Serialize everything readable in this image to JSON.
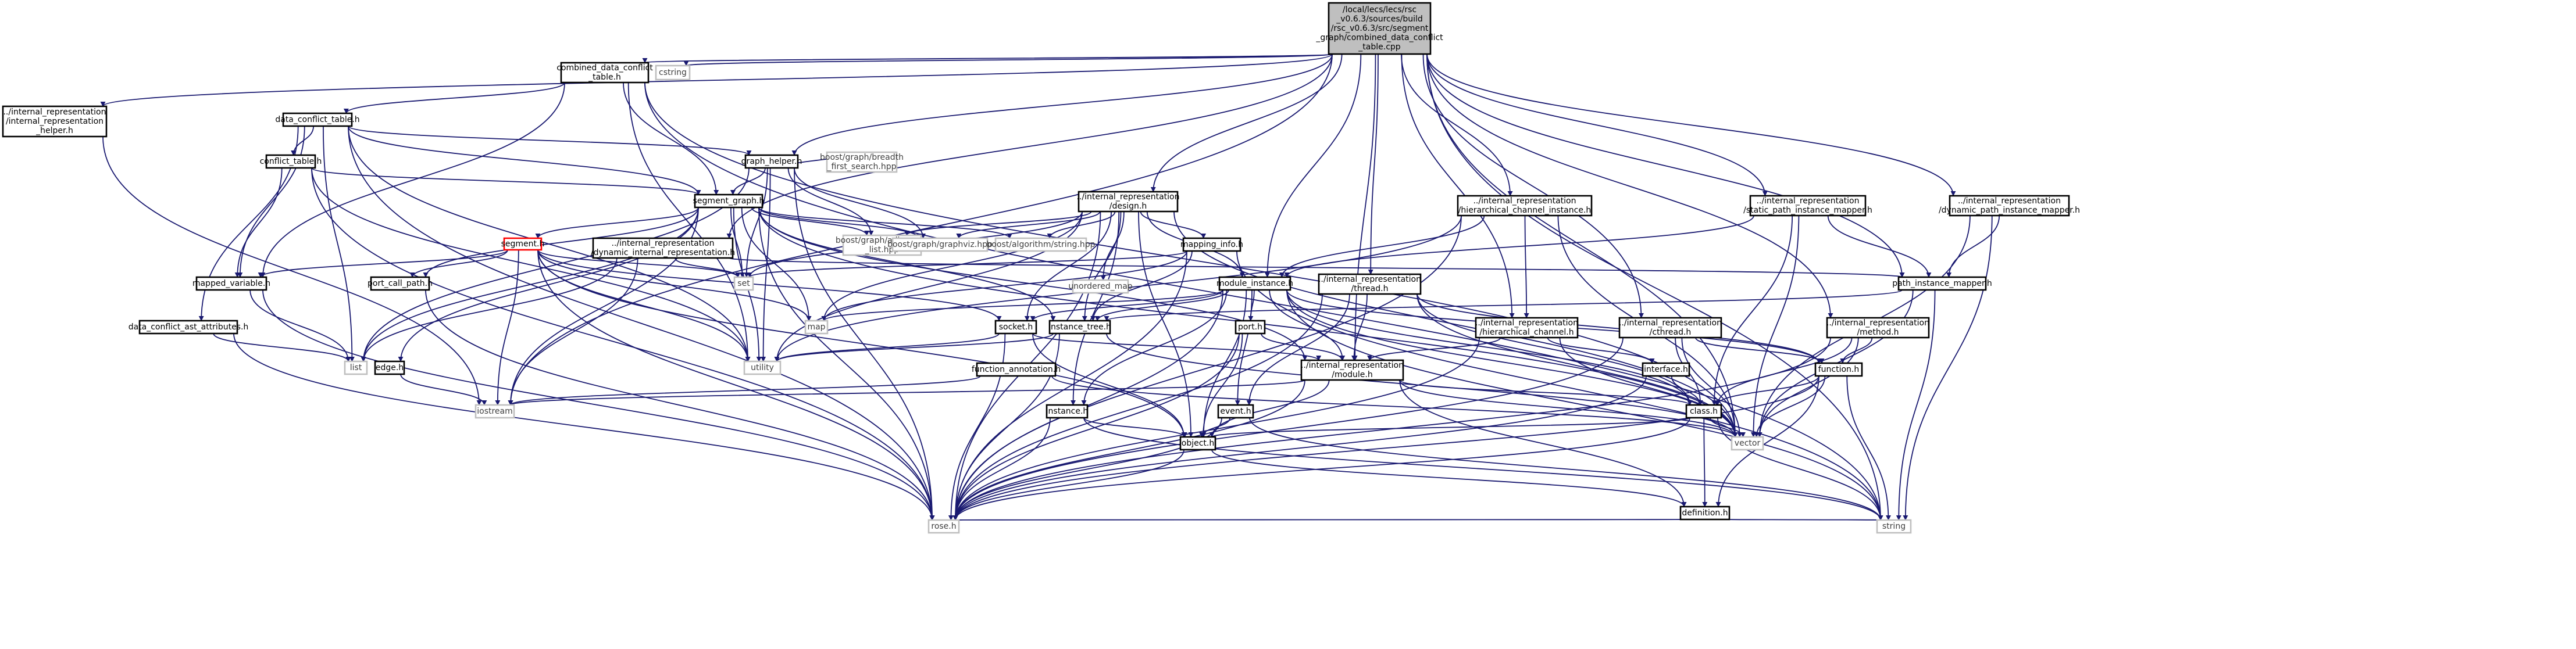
{
  "colors": {
    "edge": "#191970",
    "node_border": "#000000",
    "node_fill": "#ffffff",
    "root_fill": "#bfbfbf",
    "ext_border": "#bfbfbf",
    "highlight_border": "#ff0000",
    "text": "#000000",
    "ext_text": "#404040"
  },
  "nodes": [
    {
      "id": "root",
      "lines": [
        "/local/lecs/lecs/rsc",
        "_v0.6.3/sources/build",
        "/rsc_v0.6.3/src/segment",
        "_graph/combined_data_conflict",
        "_table.cpp"
      ],
      "style": "root"
    },
    {
      "id": "cstring",
      "lines": [
        "cstring"
      ],
      "style": "ext"
    },
    {
      "id": "combined",
      "lines": [
        "combined_data_conflict",
        "_table.h"
      ],
      "style": "normal"
    },
    {
      "id": "ir_helper",
      "lines": [
        "../internal_representation",
        "/internal_representation",
        "_helper.h"
      ],
      "style": "normal"
    },
    {
      "id": "dct",
      "lines": [
        "data_conflict_table.h"
      ],
      "style": "normal"
    },
    {
      "id": "conflict",
      "lines": [
        "conflict_table.h"
      ],
      "style": "normal"
    },
    {
      "id": "graph_helper",
      "lines": [
        "graph_helper.h"
      ],
      "style": "normal"
    },
    {
      "id": "bfs",
      "lines": [
        "boost/graph/breadth",
        "_first_search.hpp"
      ],
      "style": "ext"
    },
    {
      "id": "segment_graph",
      "lines": [
        "segment_graph.h"
      ],
      "style": "normal"
    },
    {
      "id": "ir_design",
      "lines": [
        "../internal_representation",
        "/design.h"
      ],
      "style": "normal"
    },
    {
      "id": "ir_hier_inst",
      "lines": [
        "../internal_representation",
        "/hierarchical_channel_instance.h"
      ],
      "style": "normal"
    },
    {
      "id": "ir_static",
      "lines": [
        "../internal_representation",
        "/static_path_instance_mapper.h"
      ],
      "style": "normal"
    },
    {
      "id": "ir_dynamic_path",
      "lines": [
        "../internal_representation",
        "/dynamic_path_instance_mapper.h"
      ],
      "style": "normal"
    },
    {
      "id": "segment",
      "lines": [
        "segment.h"
      ],
      "style": "highlight"
    },
    {
      "id": "ir_dyn_ir",
      "lines": [
        "../internal_representation",
        "/dynamic_internal_representation.h"
      ],
      "style": "normal"
    },
    {
      "id": "adjacency",
      "lines": [
        "boost/graph/adjacency",
        "_list.hpp"
      ],
      "style": "ext"
    },
    {
      "id": "graphviz",
      "lines": [
        "boost/graph/graphviz.hpp"
      ],
      "style": "ext"
    },
    {
      "id": "algstring",
      "lines": [
        "boost/algorithm/string.hpp"
      ],
      "style": "ext"
    },
    {
      "id": "mapping_info",
      "lines": [
        "mapping_info.h"
      ],
      "style": "normal"
    },
    {
      "id": "set",
      "lines": [
        "set"
      ],
      "style": "ext"
    },
    {
      "id": "unordered_map",
      "lines": [
        "unordered_map"
      ],
      "style": "ext"
    },
    {
      "id": "mapped_variable",
      "lines": [
        "mapped_variable.h"
      ],
      "style": "normal"
    },
    {
      "id": "port_call_path",
      "lines": [
        "port_call_path.h"
      ],
      "style": "normal"
    },
    {
      "id": "module_instance",
      "lines": [
        "module_instance.h"
      ],
      "style": "normal"
    },
    {
      "id": "ir_thread",
      "lines": [
        "../internal_representation",
        "/thread.h"
      ],
      "style": "normal"
    },
    {
      "id": "path_mapper",
      "lines": [
        "path_instance_mapper.h"
      ],
      "style": "normal"
    },
    {
      "id": "map",
      "lines": [
        "map"
      ],
      "style": "ext"
    },
    {
      "id": "dca_attr",
      "lines": [
        "data_conflict_ast_attributes.h"
      ],
      "style": "normal"
    },
    {
      "id": "socket",
      "lines": [
        "socket.h"
      ],
      "style": "normal"
    },
    {
      "id": "instance_tree",
      "lines": [
        "instance_tree.h"
      ],
      "style": "normal"
    },
    {
      "id": "port",
      "lines": [
        "port.h"
      ],
      "style": "normal"
    },
    {
      "id": "ir_hier_chan",
      "lines": [
        "../internal_representation",
        "/hierarchical_channel.h"
      ],
      "style": "normal"
    },
    {
      "id": "ir_cthread",
      "lines": [
        "../internal_representation",
        "/cthread.h"
      ],
      "style": "normal"
    },
    {
      "id": "ir_method",
      "lines": [
        "../internal_representation",
        "/method.h"
      ],
      "style": "normal"
    },
    {
      "id": "list",
      "lines": [
        "list"
      ],
      "style": "ext"
    },
    {
      "id": "edge",
      "lines": [
        "edge.h"
      ],
      "style": "normal"
    },
    {
      "id": "utility",
      "lines": [
        "utility"
      ],
      "style": "ext"
    },
    {
      "id": "function_annotation",
      "lines": [
        "function_annotation.h"
      ],
      "style": "normal"
    },
    {
      "id": "ir_module",
      "lines": [
        "../internal_representation",
        "/module.h"
      ],
      "style": "normal"
    },
    {
      "id": "interface",
      "lines": [
        "interface.h"
      ],
      "style": "normal"
    },
    {
      "id": "function",
      "lines": [
        "function.h"
      ],
      "style": "normal"
    },
    {
      "id": "iostream",
      "lines": [
        "iostream"
      ],
      "style": "ext"
    },
    {
      "id": "event",
      "lines": [
        "event.h"
      ],
      "style": "normal"
    },
    {
      "id": "instance",
      "lines": [
        "instance.h"
      ],
      "style": "normal"
    },
    {
      "id": "class",
      "lines": [
        "class.h"
      ],
      "style": "normal"
    },
    {
      "id": "vector",
      "lines": [
        "vector"
      ],
      "style": "ext"
    },
    {
      "id": "object",
      "lines": [
        "object.h"
      ],
      "style": "normal"
    },
    {
      "id": "definition",
      "lines": [
        "definition.h"
      ],
      "style": "normal"
    },
    {
      "id": "rose",
      "lines": [
        "rose.h"
      ],
      "style": "ext"
    },
    {
      "id": "string",
      "lines": [
        "string"
      ],
      "style": "ext"
    }
  ],
  "edges": [
    [
      "root",
      "cstring"
    ],
    [
      "root",
      "combined"
    ],
    [
      "root",
      "ir_helper"
    ],
    [
      "root",
      "graph_helper"
    ],
    [
      "root",
      "ir_design"
    ],
    [
      "root",
      "ir_hier_inst"
    ],
    [
      "root",
      "ir_static"
    ],
    [
      "root",
      "ir_dynamic_path"
    ],
    [
      "root",
      "path_mapper"
    ],
    [
      "root",
      "module_instance"
    ],
    [
      "root",
      "ir_thread"
    ],
    [
      "root",
      "ir_cthread"
    ],
    [
      "root",
      "ir_method"
    ],
    [
      "root",
      "ir_module"
    ],
    [
      "root",
      "ir_hier_chan"
    ],
    [
      "root",
      "string"
    ],
    [
      "root",
      "iostream"
    ],
    [
      "root",
      "vector"
    ],
    [
      "root",
      "ir_dyn_ir"
    ],
    [
      "combined",
      "dct"
    ],
    [
      "combined",
      "segment_graph"
    ],
    [
      "combined",
      "mapped_variable"
    ],
    [
      "combined",
      "utility"
    ],
    [
      "combined",
      "string"
    ],
    [
      "combined",
      "vector"
    ],
    [
      "ir_helper",
      "iostream"
    ],
    [
      "dct",
      "conflict"
    ],
    [
      "dct",
      "segment_graph"
    ],
    [
      "dct",
      "mapped_variable"
    ],
    [
      "dct",
      "dca_attr"
    ],
    [
      "dct",
      "utility"
    ],
    [
      "dct",
      "rose"
    ],
    [
      "dct",
      "graph_helper"
    ],
    [
      "dct",
      "list"
    ],
    [
      "conflict",
      "segment_graph"
    ],
    [
      "conflict",
      "mapped_variable"
    ],
    [
      "conflict",
      "utility"
    ],
    [
      "conflict",
      "rose"
    ],
    [
      "graph_helper",
      "segment_graph"
    ],
    [
      "graph_helper",
      "bfs"
    ],
    [
      "graph_helper",
      "adjacency"
    ],
    [
      "graph_helper",
      "graphviz"
    ],
    [
      "graph_helper",
      "set"
    ],
    [
      "graph_helper",
      "utility"
    ],
    [
      "graph_helper",
      "rose"
    ],
    [
      "graph_helper",
      "list"
    ],
    [
      "segment_graph",
      "segment"
    ],
    [
      "segment_graph",
      "adjacency"
    ],
    [
      "segment_graph",
      "graphviz"
    ],
    [
      "segment_graph",
      "algstring"
    ],
    [
      "segment_graph",
      "set"
    ],
    [
      "segment_graph",
      "map"
    ],
    [
      "segment_graph",
      "utility"
    ],
    [
      "segment_graph",
      "port_call_path"
    ],
    [
      "segment_graph",
      "edge"
    ],
    [
      "segment_graph",
      "iostream"
    ],
    [
      "segment_graph",
      "rose"
    ],
    [
      "segment_graph",
      "list"
    ],
    [
      "segment_graph",
      "vector"
    ],
    [
      "segment_graph",
      "instance_tree"
    ],
    [
      "segment_graph",
      "ir_module"
    ],
    [
      "ir_design",
      "adjacency"
    ],
    [
      "ir_design",
      "graphviz"
    ],
    [
      "ir_design",
      "algstring"
    ],
    [
      "ir_design",
      "mapping_info"
    ],
    [
      "ir_design",
      "unordered_map"
    ],
    [
      "ir_design",
      "map"
    ],
    [
      "ir_design",
      "set"
    ],
    [
      "ir_design",
      "module_instance"
    ],
    [
      "ir_design",
      "socket"
    ],
    [
      "ir_design",
      "instance_tree"
    ],
    [
      "ir_design",
      "rose"
    ],
    [
      "ir_design",
      "utility"
    ],
    [
      "ir_design",
      "vector"
    ],
    [
      "ir_design",
      "object"
    ],
    [
      "ir_design",
      "instance"
    ],
    [
      "segment",
      "mapped_variable"
    ],
    [
      "segment",
      "port_call_path"
    ],
    [
      "segment",
      "set"
    ],
    [
      "segment",
      "map"
    ],
    [
      "segment",
      "socket"
    ],
    [
      "segment",
      "iostream"
    ],
    [
      "segment",
      "rose"
    ],
    [
      "segment",
      "object"
    ],
    [
      "segment",
      "utility"
    ],
    [
      "ir_dyn_ir",
      "set"
    ],
    [
      "ir_dyn_ir",
      "path_mapper"
    ],
    [
      "ir_dyn_ir",
      "iostream"
    ],
    [
      "ir_dyn_ir",
      "list"
    ],
    [
      "mapping_info",
      "set"
    ],
    [
      "mapping_info",
      "map"
    ],
    [
      "mapping_info",
      "string"
    ],
    [
      "mapping_info",
      "instance_tree"
    ],
    [
      "mapping_info",
      "rose"
    ],
    [
      "mapped_variable",
      "list"
    ],
    [
      "mapped_variable",
      "rose"
    ],
    [
      "port_call_path",
      "rose"
    ],
    [
      "ir_hier_inst",
      "module_instance"
    ],
    [
      "ir_hier_inst",
      "ir_hier_chan"
    ],
    [
      "ir_hier_inst",
      "vector"
    ],
    [
      "ir_hier_inst",
      "rose"
    ],
    [
      "ir_hier_inst",
      "utility"
    ],
    [
      "ir_static",
      "module_instance"
    ],
    [
      "ir_static",
      "path_mapper"
    ],
    [
      "ir_static",
      "vector"
    ],
    [
      "ir_static",
      "class"
    ],
    [
      "ir_dynamic_path",
      "path_mapper"
    ],
    [
      "ir_dynamic_path",
      "vector"
    ],
    [
      "ir_dynamic_path",
      "string"
    ],
    [
      "module_instance",
      "map"
    ],
    [
      "module_instance",
      "socket"
    ],
    [
      "module_instance",
      "instance_tree"
    ],
    [
      "module_instance",
      "port"
    ],
    [
      "module_instance",
      "instance"
    ],
    [
      "module_instance",
      "object"
    ],
    [
      "module_instance",
      "ir_module"
    ],
    [
      "module_instance",
      "vector"
    ],
    [
      "module_instance",
      "class"
    ],
    [
      "module_instance",
      "function"
    ],
    [
      "module_instance",
      "rose"
    ],
    [
      "module_instance",
      "string"
    ],
    [
      "module_instance",
      "event"
    ],
    [
      "ir_thread",
      "function"
    ],
    [
      "ir_thread",
      "class"
    ],
    [
      "ir_thread",
      "event"
    ],
    [
      "ir_thread",
      "vector"
    ],
    [
      "ir_thread",
      "ir_module"
    ],
    [
      "ir_thread",
      "rose"
    ],
    [
      "path_mapper",
      "instance_tree"
    ],
    [
      "path_mapper",
      "vector"
    ],
    [
      "path_mapper",
      "string"
    ],
    [
      "dca_attr",
      "list"
    ],
    [
      "dca_attr",
      "rose"
    ],
    [
      "socket",
      "utility"
    ],
    [
      "socket",
      "ir_module"
    ],
    [
      "socket",
      "object"
    ],
    [
      "socket",
      "rose"
    ],
    [
      "instance_tree",
      "utility"
    ],
    [
      "instance_tree",
      "vector"
    ],
    [
      "instance_tree",
      "rose"
    ],
    [
      "port",
      "ir_module"
    ],
    [
      "port",
      "object"
    ],
    [
      "port",
      "rose"
    ],
    [
      "ir_hier_chan",
      "ir_module"
    ],
    [
      "ir_hier_chan",
      "interface"
    ],
    [
      "ir_hier_chan",
      "vector"
    ],
    [
      "ir_hier_chan",
      "rose"
    ],
    [
      "ir_cthread",
      "function"
    ],
    [
      "ir_cthread",
      "class"
    ],
    [
      "ir_cthread",
      "vector"
    ],
    [
      "ir_cthread",
      "rose"
    ],
    [
      "ir_method",
      "function"
    ],
    [
      "ir_method",
      "class"
    ],
    [
      "ir_method",
      "vector"
    ],
    [
      "ir_method",
      "rose"
    ],
    [
      "edge",
      "iostream"
    ],
    [
      "function_annotation",
      "iostream"
    ],
    [
      "function_annotation",
      "vector"
    ],
    [
      "ir_module",
      "class"
    ],
    [
      "ir_module",
      "vector"
    ],
    [
      "ir_module",
      "object"
    ],
    [
      "ir_module",
      "rose"
    ],
    [
      "ir_module",
      "iostream"
    ],
    [
      "ir_module",
      "definition"
    ],
    [
      "interface",
      "class"
    ],
    [
      "interface",
      "rose"
    ],
    [
      "function",
      "class"
    ],
    [
      "function",
      "vector"
    ],
    [
      "function",
      "definition"
    ],
    [
      "function",
      "rose"
    ],
    [
      "function",
      "string"
    ],
    [
      "event",
      "object"
    ],
    [
      "event",
      "rose"
    ],
    [
      "event",
      "string"
    ],
    [
      "instance",
      "object"
    ],
    [
      "instance",
      "rose"
    ],
    [
      "instance",
      "string"
    ],
    [
      "class",
      "object"
    ],
    [
      "class",
      "vector"
    ],
    [
      "class",
      "definition"
    ],
    [
      "class",
      "rose"
    ],
    [
      "class",
      "string"
    ],
    [
      "object",
      "definition"
    ],
    [
      "object",
      "rose"
    ],
    [
      "definition",
      "rose"
    ],
    [
      "definition",
      "string"
    ]
  ]
}
